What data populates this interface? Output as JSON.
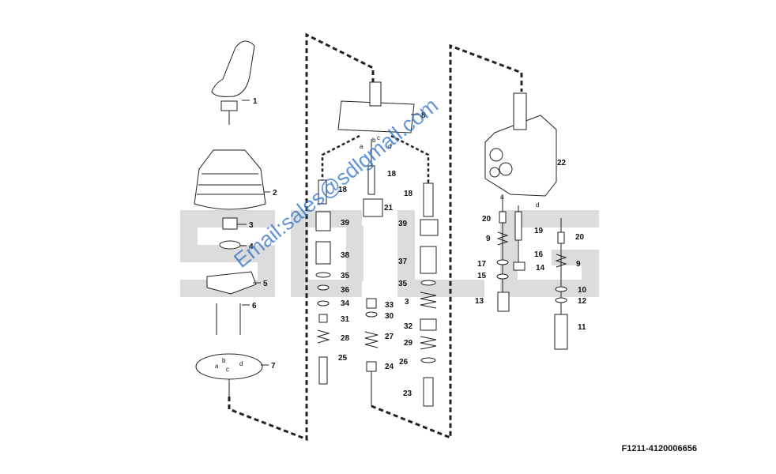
{
  "watermark": {
    "logo_text": "SDLG",
    "email": "Email:sales@sdlgmall.com",
    "logo_color": "#dcdcdc",
    "email_color": "#2f72c9"
  },
  "diagram": {
    "code": "F1211-4120006656",
    "part_labels": [
      "1",
      "2",
      "3",
      "4",
      "5",
      "6",
      "7",
      "8",
      "18",
      "18",
      "18",
      "21",
      "39",
      "39",
      "38",
      "37",
      "35",
      "35",
      "36",
      "34",
      "31",
      "33",
      "30",
      "3",
      "32",
      "28",
      "27",
      "29",
      "26",
      "25",
      "24",
      "23",
      "22",
      "20",
      "20",
      "19",
      "9",
      "9",
      "16",
      "17",
      "15",
      "14",
      "13",
      "10",
      "12",
      "11"
    ],
    "connector_labels": [
      "a",
      "b",
      "c",
      "d",
      "a",
      "b",
      "c",
      "d",
      "a",
      "d"
    ]
  }
}
